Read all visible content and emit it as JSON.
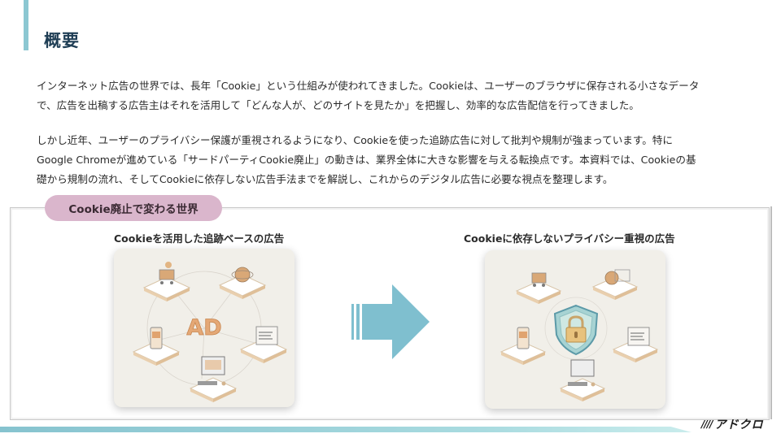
{
  "header": {
    "title": "概要",
    "accent_color": "#8cc7d2",
    "title_color": "#1f3e55"
  },
  "intro": {
    "paragraphs": [
      {
        "lines": [
          "インターネット広告の世界では、長年「Cookie」という仕組みが使われてきました。Cookieは、ユーザーのブラウザに保存される小さなデータ",
          "で、広告を出稿する広告主はそれを活用して「どんな人が、どのサイトを見たか」を把握し、効率的な広告配信を行ってきました。"
        ]
      },
      {
        "lines": [
          "しかし近年、ユーザーのプライバシー保護が重視されるようになり、Cookieを使った追跡広告に対して批判や規制が強まっています。特に",
          "Google Chromeが進めている「サードパーティCookie廃止」の動きは、業界全体に大きな影響を与える転換点です。本資料では、Cookieの基",
          "礎から規制の流れ、そしてCookieに依存しない広告手法までを解説し、これからのデジタル広告に必要な視点を整理します。"
        ]
      }
    ]
  },
  "comparison": {
    "section_label": "Cookie廃止で変わる世界",
    "section_label_color": "#dab6cc",
    "before": {
      "title": "Cookieを活用した追跡ベースの広告",
      "center_label": "AD",
      "nodes": [
        "shopping-cart",
        "globe",
        "smartphone",
        "browser-window",
        "desktop-computer"
      ]
    },
    "arrow_color": "#7fbfcf",
    "after": {
      "title": "Cookieに依存しないプライバシー重視の広告",
      "center_icon": "shield-lock",
      "nodes": [
        "shopping-cart",
        "globe",
        "smartphone",
        "browser-window",
        "desktop-computer"
      ]
    }
  },
  "footer": {
    "logo_mark": "////",
    "logo_text": "アドクロ"
  }
}
